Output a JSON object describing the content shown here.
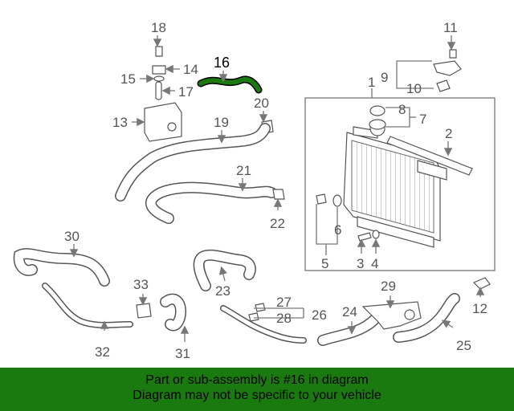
{
  "callouts": {
    "c1": "1",
    "c2": "2",
    "c3": "3",
    "c4": "4",
    "c5": "5",
    "c6": "6",
    "c7": "7",
    "c8": "8",
    "c9": "9",
    "c10": "10",
    "c11": "11",
    "c12": "12",
    "c13": "13",
    "c14": "14",
    "c15": "15",
    "c16": "16",
    "c17": "17",
    "c18": "18",
    "c19": "19",
    "c20": "20",
    "c21": "21",
    "c22": "22",
    "c23": "23",
    "c24": "24",
    "c25": "25",
    "c26": "26",
    "c27": "27",
    "c28": "28",
    "c29": "29",
    "c30": "30",
    "c31": "31",
    "c32": "32",
    "c33": "33"
  },
  "highlight_color": "#1b7a0f",
  "banner": {
    "line1": "Part or sub-assembly is #16 in diagram",
    "line2": "Diagram may not be specific to your vehicle"
  }
}
